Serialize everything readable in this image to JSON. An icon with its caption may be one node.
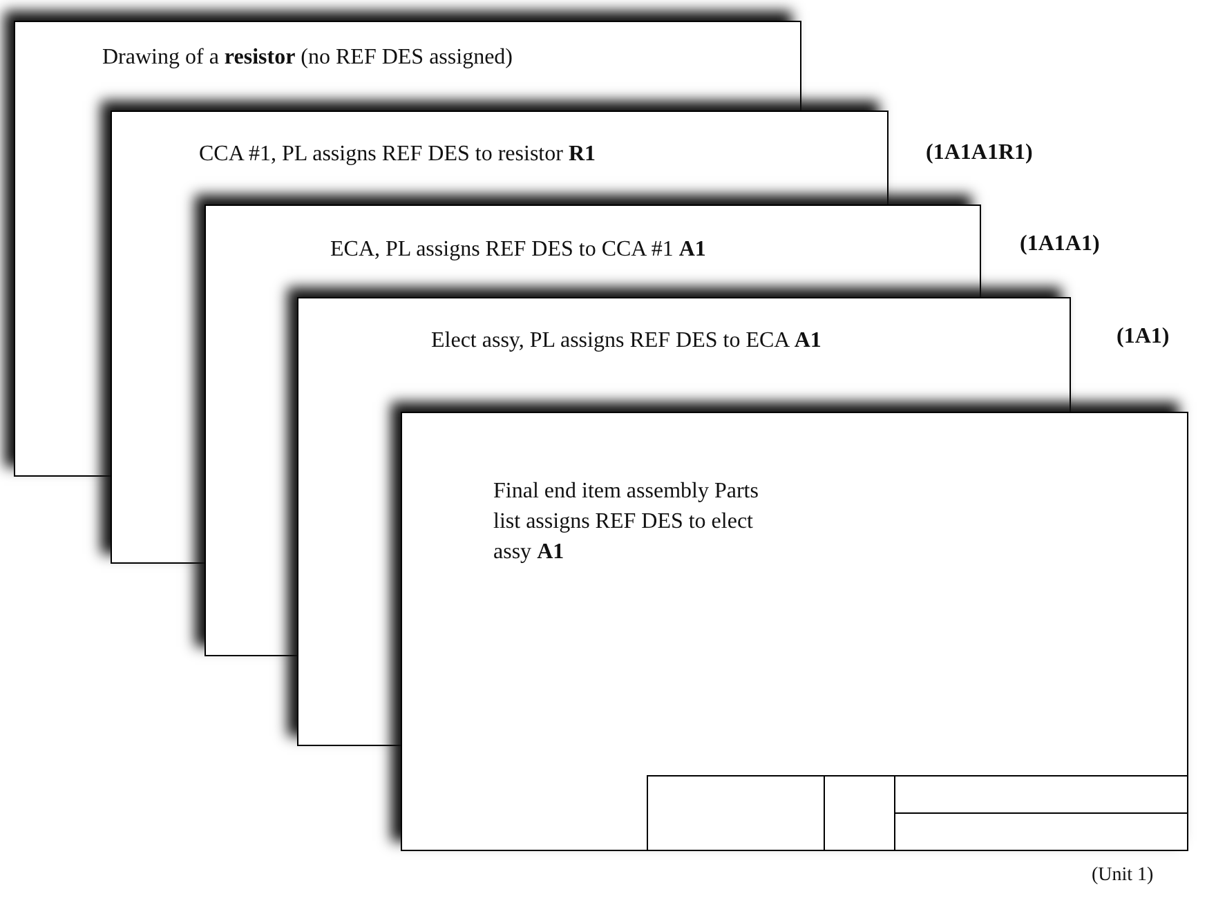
{
  "diagram": {
    "nodes": [
      {
        "text": [
          "Drawing of a **resistor** (no REF DES assigned)"
        ]
      },
      {
        "text": [
          "CCA #1, PL assigns REF DES to resistor **R1**"
        ],
        "beside": [
          "(1A1A1R1)"
        ]
      },
      {
        "text": [
          "ECA, PL assigns REF DES to CCA #1 **A1**"
        ],
        "beside": [
          "(1A1A1)"
        ]
      },
      {
        "text": [
          "Elect assy, PL assigns REF DES to ECA **A1**"
        ],
        "beside": [
          "(1A1)"
        ]
      },
      {
        "text": [
          "Final end item assembly Parts list assigns REF DES to elect assy **A1**"
        ],
        "beside": [
          "(Unit 1)"
        ]
      }
    ]
  }
}
